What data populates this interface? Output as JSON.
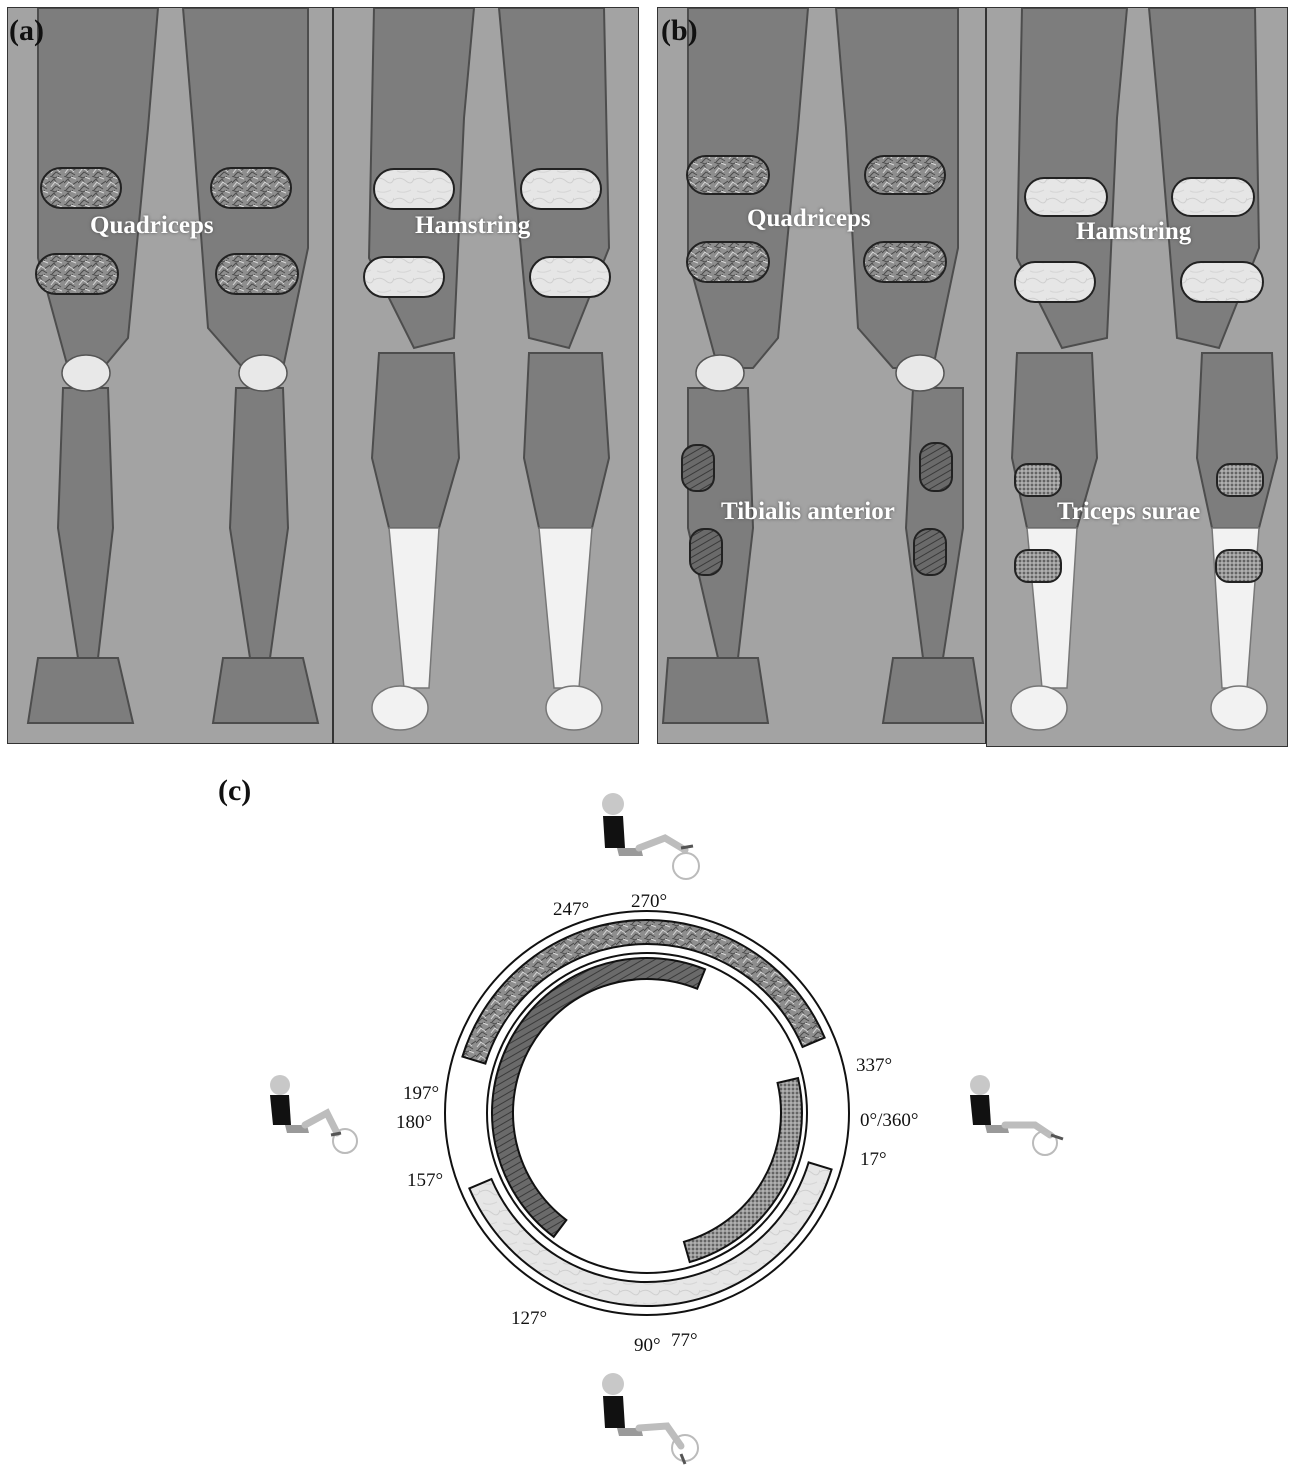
{
  "panels": {
    "a": {
      "label": "(a)",
      "front_muscle": "Quadriceps",
      "back_muscle": "Hamstring"
    },
    "b": {
      "label": "(b)",
      "front_upper": "Quadriceps",
      "front_lower": "Tibialis anterior",
      "back_upper": "Hamstring",
      "back_lower": "Triceps surae"
    }
  },
  "cycle": {
    "label": "(c)",
    "angles": {
      "a247": "247°",
      "a270": "270°",
      "a337": "337°",
      "a197": "197°",
      "a180": "180°",
      "a0": "0°/360°",
      "a17": "17°",
      "a157": "157°",
      "a127": "127°",
      "a90": "90°",
      "a77": "77°"
    }
  },
  "colors": {
    "panel_bg": "#a3a3a3",
    "quad_pad": "#8e8e8e",
    "ham_pad": "#e6e6e6",
    "tibialis_pad": "#606060",
    "triceps_pad": "#8a8a8a"
  }
}
